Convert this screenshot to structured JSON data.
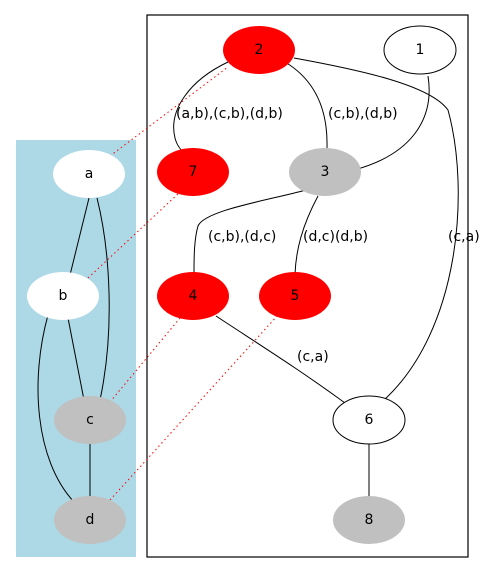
{
  "colors": {
    "left_panel": "#add8e6",
    "frame": "#000000",
    "red": "#ff0000",
    "gray": "#c0c0c0",
    "white": "#ffffff",
    "dotted": "#ff0000"
  },
  "left_graph": {
    "nodes": [
      {
        "id": "a",
        "label": "a",
        "fill": "white"
      },
      {
        "id": "b",
        "label": "b",
        "fill": "white"
      },
      {
        "id": "c",
        "label": "c",
        "fill": "gray"
      },
      {
        "id": "d",
        "label": "d",
        "fill": "gray"
      }
    ],
    "edges": [
      [
        "a",
        "b"
      ],
      [
        "a",
        "c"
      ],
      [
        "b",
        "c"
      ],
      [
        "b",
        "d"
      ],
      [
        "c",
        "d"
      ]
    ]
  },
  "right_graph": {
    "nodes": [
      {
        "id": "n1",
        "label": "1",
        "fill": "white",
        "stroke": true
      },
      {
        "id": "n2",
        "label": "2",
        "fill": "red"
      },
      {
        "id": "n3",
        "label": "3",
        "fill": "gray"
      },
      {
        "id": "n4",
        "label": "4",
        "fill": "red"
      },
      {
        "id": "n5",
        "label": "5",
        "fill": "red"
      },
      {
        "id": "n6",
        "label": "6",
        "fill": "white",
        "stroke": true
      },
      {
        "id": "n7",
        "label": "7",
        "fill": "red"
      },
      {
        "id": "n8",
        "label": "8",
        "fill": "gray"
      }
    ],
    "edge_labels": {
      "e27": "(a,b),(c,b),(d,b)",
      "e23": "(c,b),(d,b)",
      "e34": "(c,b),(d,c)",
      "e35": "(d,c)(d,b)",
      "e26": "(c,a)",
      "e46": "(c,a)"
    }
  },
  "cross_links": [
    [
      "a",
      "n2"
    ],
    [
      "b",
      "n7"
    ],
    [
      "c",
      "n4"
    ],
    [
      "d",
      "n5"
    ]
  ]
}
